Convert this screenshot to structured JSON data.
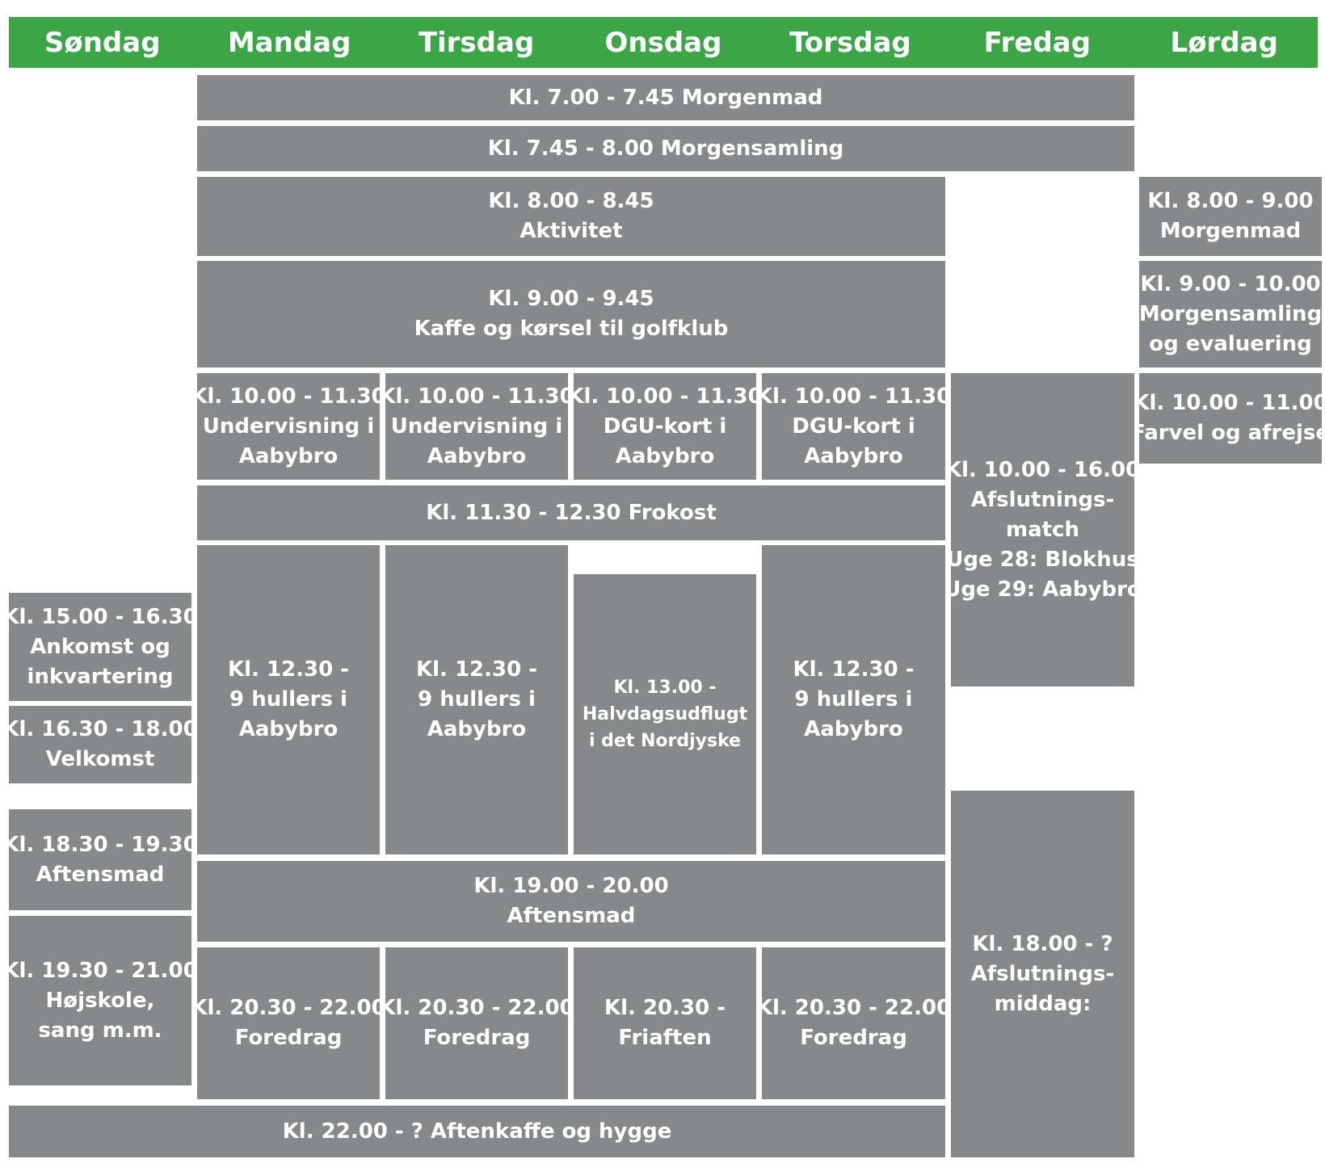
{
  "days": [
    "Søndag",
    "Mandag",
    "Tirsdag",
    "Onsdag",
    "Torsdag",
    "Fredag",
    "Lørdag"
  ],
  "blocks": {
    "morgenmad": [
      "Kl. 7.00 - 7.45 Morgenmad"
    ],
    "morgensamling": [
      "Kl. 7.45 - 8.00 Morgensamling"
    ],
    "aktivitet": [
      "Kl. 8.00 - 8.45",
      "Aktivitet"
    ],
    "kaffe": [
      "Kl. 9.00 - 9.45",
      "Kaffe og kørsel til golfklub"
    ],
    "lor_morgenmad": [
      "Kl. 8.00 - 9.00",
      "Morgenmad"
    ],
    "lor_morgensamling": [
      "Kl. 9.00 - 10.00",
      "Morgensamling",
      "og evaluering"
    ],
    "lor_farvel": [
      "Kl. 10.00 - 11.00",
      "Farvel og afrejse"
    ],
    "man_undervisning": [
      "Kl. 10.00 - 11.30",
      "Undervisning i",
      "Aabybro"
    ],
    "tir_undervisning": [
      "Kl. 10.00 - 11.30",
      "Undervisning i",
      "Aabybro"
    ],
    "ons_dgu": [
      "Kl. 10.00 - 11.30",
      "DGU-kort i",
      "Aabybro"
    ],
    "tor_dgu": [
      "Kl. 10.00 - 11.30",
      "DGU-kort i",
      "Aabybro"
    ],
    "fre_afslutningsmatch": [
      "Kl. 10.00 - 16.00",
      "Afslutnings-",
      "match",
      "Uge 28: Blokhus",
      "Uge 29: Aabybro"
    ],
    "frokost": [
      "Kl. 11.30 - 12.30 Frokost"
    ],
    "man_9huller": [
      "Kl. 12.30 -",
      "9 hullers i",
      "Aabybro"
    ],
    "tir_9huller": [
      "Kl. 12.30 -",
      "9 hullers i",
      "Aabybro"
    ],
    "ons_halvdag": [
      "Kl. 13.00 -",
      "Halvdagsudflugt",
      "i det Nordjyske"
    ],
    "tor_9huller": [
      "Kl. 12.30 -",
      "9 hullers i",
      "Aabybro"
    ],
    "son_ankomst": [
      "Kl. 15.00 - 16.30",
      "Ankomst og",
      "inkvartering"
    ],
    "son_velkomst": [
      "Kl. 16.30 - 18.00",
      "Velkomst"
    ],
    "son_aftensmad": [
      "Kl. 18.30 - 19.30",
      "Aftensmad"
    ],
    "son_hojskole": [
      "Kl. 19.30 - 21.00",
      "Højskole,",
      "sang m.m."
    ],
    "aftensmad": [
      "Kl. 19.00 - 20.00",
      "Aftensmad"
    ],
    "fre_middag": [
      "Kl. 18.00 - ?",
      "Afslutnings-",
      "middag:"
    ],
    "man_foredrag": [
      "Kl. 20.30 - 22.00",
      "Foredrag"
    ],
    "tir_foredrag": [
      "Kl. 20.30 - 22.00",
      "Foredrag"
    ],
    "ons_friaften": [
      "Kl. 20.30 -",
      "Friaften"
    ],
    "tor_foredrag": [
      "Kl. 20.30 - 22.00",
      "Foredrag"
    ],
    "aftenkaffe": [
      "Kl. 22.00 - ? Aftenkaffe og hygge"
    ]
  }
}
